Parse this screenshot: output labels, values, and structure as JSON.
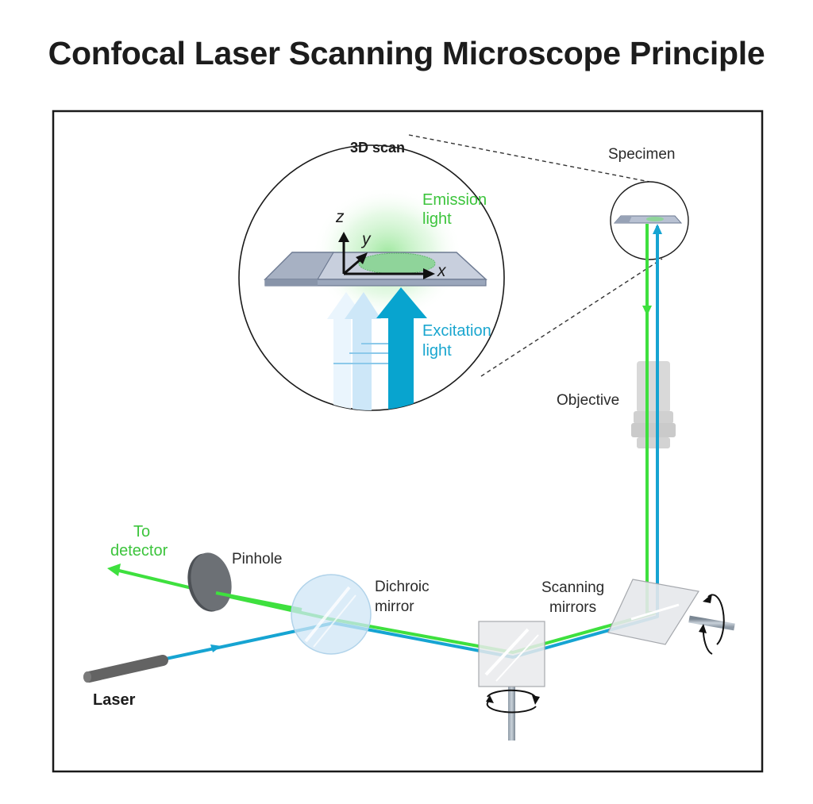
{
  "title": "Confocal Laser Scanning Microscope Principle",
  "colors": {
    "emission": "#3ee03e",
    "excitation": "#1aa6cf",
    "emission_text": "#3cc43c",
    "excitation_text": "#1aa6cf"
  },
  "inset": {
    "heading": "3D scan",
    "emission_label": [
      "Emission",
      "light"
    ],
    "excitation_label": [
      "Excitation",
      "light"
    ],
    "axes": {
      "z": "z",
      "y": "y",
      "x": "x"
    }
  },
  "labels": {
    "specimen": "Specimen",
    "objective": "Objective",
    "to_detector": [
      "To",
      "detector"
    ],
    "pinhole": "Pinhole",
    "dichroic_mirror": [
      "Dichroic",
      "mirror"
    ],
    "scanning_mirrors": [
      "Scanning",
      "mirrors"
    ],
    "laser": "Laser"
  }
}
